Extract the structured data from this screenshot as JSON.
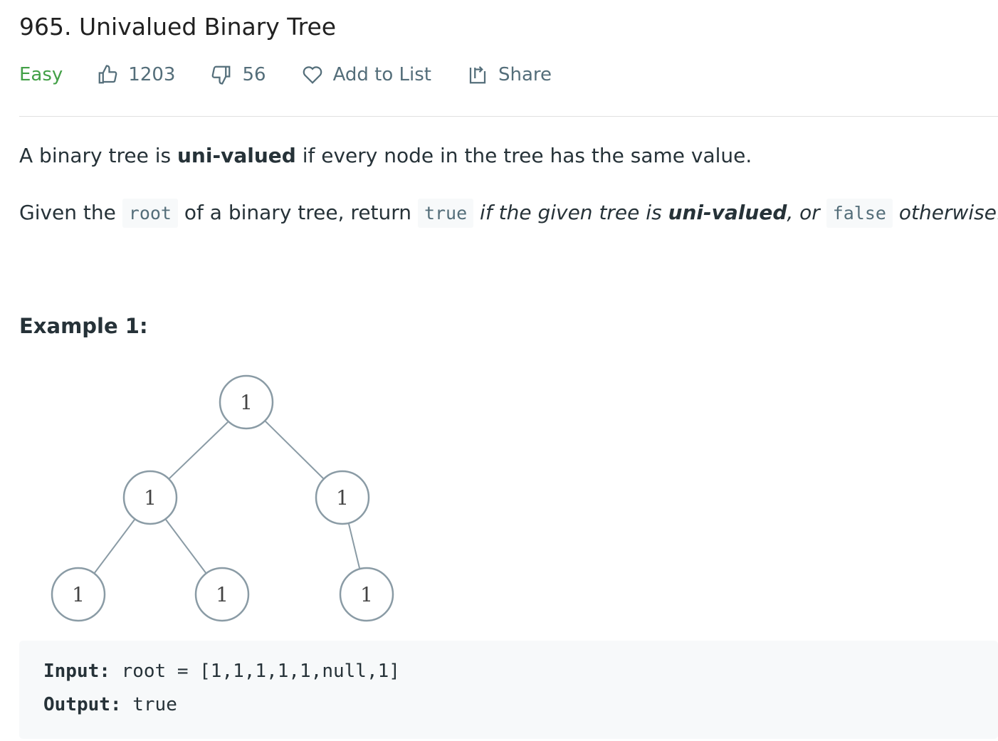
{
  "problem": {
    "title": "965. Univalued Binary Tree",
    "difficulty": "Easy",
    "likes": "1203",
    "dislikes": "56",
    "add_to_list": "Add to List",
    "share": "Share"
  },
  "description": {
    "p1": {
      "a": "A binary tree is ",
      "b": "uni-valued",
      "c": " if every node in the tree has the same value."
    },
    "p2": {
      "a": "Given the ",
      "code1": "root",
      "b": " of a binary tree, return ",
      "code2": "true",
      "c": " if the given tree is ",
      "d": "uni-valued",
      "e": ", or ",
      "code3": "false",
      "f": " otherwise."
    }
  },
  "example": {
    "title": "Example 1:",
    "tree_nodes": [
      "1",
      "1",
      "1",
      "1",
      "1",
      "1"
    ],
    "input_label": "Input:",
    "input_value": " root = [1,1,1,1,1,null,1]",
    "output_label": "Output:",
    "output_value": " true"
  },
  "colors": {
    "easy": "#43a047",
    "meta": "#546e7a",
    "node_stroke": "#8a9ba5"
  }
}
